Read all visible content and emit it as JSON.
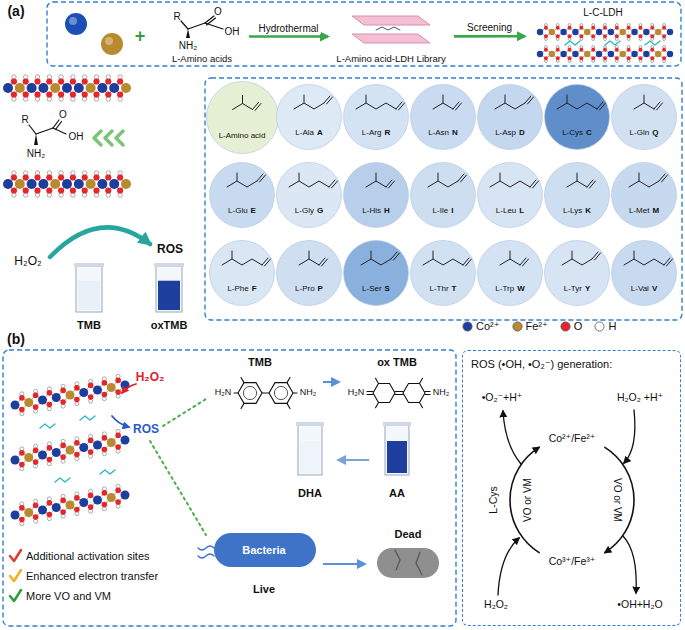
{
  "diagram": {
    "nodes": [
      {
        "text": [
          "L-Amino acids"
        ]
      },
      {
        "text": [
          "L-Amino acid-LDH Library"
        ]
      },
      {
        "text": [
          "L-C-LDH"
        ]
      },
      {
        "text": [
          "TMB"
        ]
      },
      {
        "text": [
          "oxTMB"
        ]
      },
      {
        "text": [
          "L-Amino acid"
        ]
      },
      {
        "text": [
          "L-Ala",
          "A"
        ]
      },
      {
        "text": [
          "L-Arg",
          "R"
        ]
      },
      {
        "text": [
          "L-Asn",
          "N"
        ]
      },
      {
        "text": [
          "L-Asp",
          "D"
        ]
      },
      {
        "text": [
          "L-Cys",
          "C"
        ]
      },
      {
        "text": [
          "L-Gln",
          "Q"
        ]
      },
      {
        "text": [
          "L-Glu",
          "E"
        ]
      },
      {
        "text": [
          "L-Gly",
          "G"
        ]
      },
      {
        "text": [
          "L-His",
          "H"
        ]
      },
      {
        "text": [
          "L-Ile",
          "I"
        ]
      },
      {
        "text": [
          "L-Leu",
          "L"
        ]
      },
      {
        "text": [
          "L-Lys",
          "K"
        ]
      },
      {
        "text": [
          "L-Met",
          "M"
        ]
      },
      {
        "text": [
          "L-Phe",
          "F"
        ]
      },
      {
        "text": [
          "L-Pro",
          "P"
        ]
      },
      {
        "text": [
          "L-Ser",
          "S"
        ]
      },
      {
        "text": [
          "L-Thr",
          "T"
        ]
      },
      {
        "text": [
          "L-Trp",
          "W"
        ]
      },
      {
        "text": [
          "L-Tyr",
          "Y"
        ]
      },
      {
        "text": [
          "L-Val",
          "V"
        ]
      },
      {
        "text": [
          "TMB"
        ]
      },
      {
        "text": [
          "ox TMB"
        ]
      },
      {
        "text": [
          "DHA"
        ]
      },
      {
        "text": [
          "AA"
        ]
      },
      {
        "text": [
          "Bacteria",
          "Live"
        ]
      },
      {
        "text": [
          "Dead"
        ]
      },
      {
        "text": [
          "ROS (•OH, •O₂⁻) generation:"
        ]
      }
    ],
    "edges": [
      {
        "from": 0,
        "to": 1,
        "arrow": "to",
        "label": "Hydrothermal"
      },
      {
        "from": 1,
        "to": 2,
        "arrow": "to",
        "label": "Screening"
      },
      {
        "from": 26,
        "to": 27,
        "arrow": "to"
      },
      {
        "from": 29,
        "to": 28,
        "arrow": "to"
      },
      {
        "from": 30,
        "to": 31,
        "arrow": "to"
      }
    ],
    "labels": [
      "(a)",
      "+",
      "R",
      "O",
      "OH",
      "NH₂",
      "R",
      "O",
      "OH",
      "NH₂",
      "H₂O₂",
      "ROS",
      "H₂O₂",
      "ROS",
      "Additional activation sites",
      "Enhanced electron transfer",
      "More VO and VM",
      "•O₂⁻+H⁺",
      "H₂O₂ +H⁺",
      "Co²⁺/Fe²⁺",
      "L-Cys",
      "VO or VM",
      "VO or VM",
      "Co³⁺/Fe³⁺",
      "H₂O₂",
      "•OH+H₂O",
      "H₂N",
      "NH₂",
      "H₂N",
      "NH₂",
      "(b)"
    ],
    "legend": [
      {
        "text": "Co²⁺",
        "color": "#1c3f9e"
      },
      {
        "text": "Fe²⁺",
        "color": "#b98a2e"
      },
      {
        "text": "O",
        "color": "#e5262a"
      },
      {
        "text": "H",
        "color": "#ffffff"
      }
    ]
  }
}
